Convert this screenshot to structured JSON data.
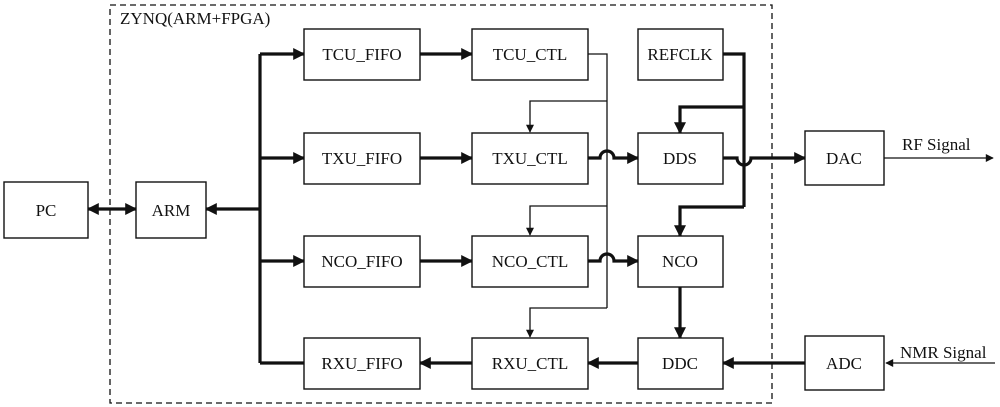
{
  "zynq_label": "ZYNQ(ARM+FPGA)",
  "blocks": {
    "pc": "PC",
    "arm": "ARM",
    "tcu_fifo": "TCU_FIFO",
    "txu_fifo": "TXU_FIFO",
    "nco_fifo": "NCO_FIFO",
    "rxu_fifo": "RXU_FIFO",
    "tcu_ctl": "TCU_CTL",
    "txu_ctl": "TXU_CTL",
    "nco_ctl": "NCO_CTL",
    "rxu_ctl": "RXU_CTL",
    "refclk": "REFCLK",
    "dds": "DDS",
    "nco": "NCO",
    "ddc": "DDC",
    "dac": "DAC",
    "adc": "ADC"
  },
  "signals": {
    "rf_out": "RF Signal",
    "nmr_in": "NMR Signal"
  },
  "colors": {
    "line": "#111111",
    "background": "#ffffff"
  }
}
